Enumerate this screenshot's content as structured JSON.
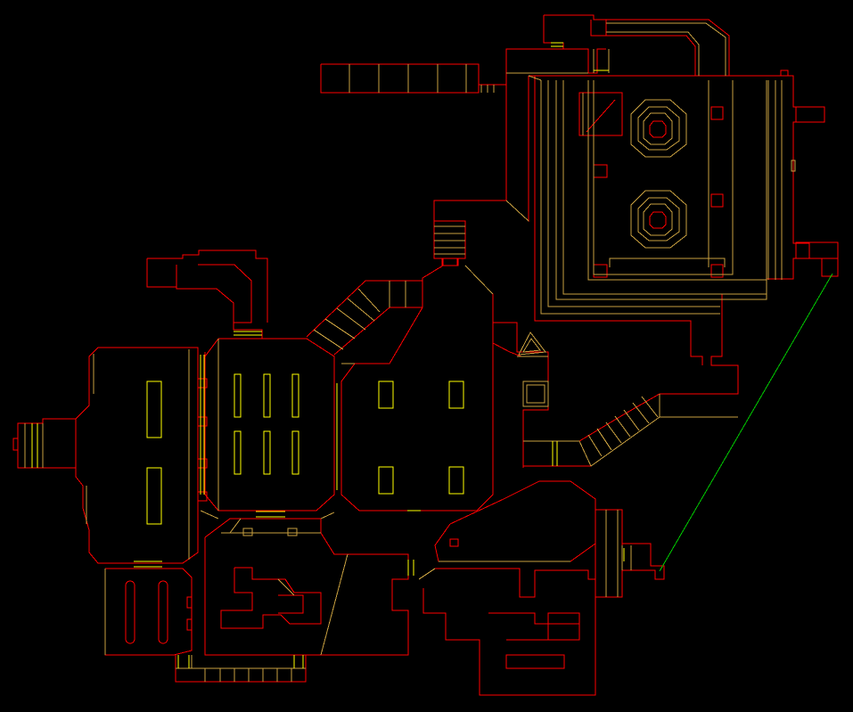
{
  "screen": {
    "type": "automap",
    "background_color": "#000000"
  },
  "colors": {
    "wall": "#ff0000",
    "step": "#c8a040",
    "door": "#ffff00",
    "teleport_line": "#00c800"
  },
  "legend_marks": {
    "wall": "solid-wall-line",
    "step": "floor-height-change-line",
    "door": "door-or-trigger-line",
    "teleport_line": "teleport-connection-line"
  }
}
